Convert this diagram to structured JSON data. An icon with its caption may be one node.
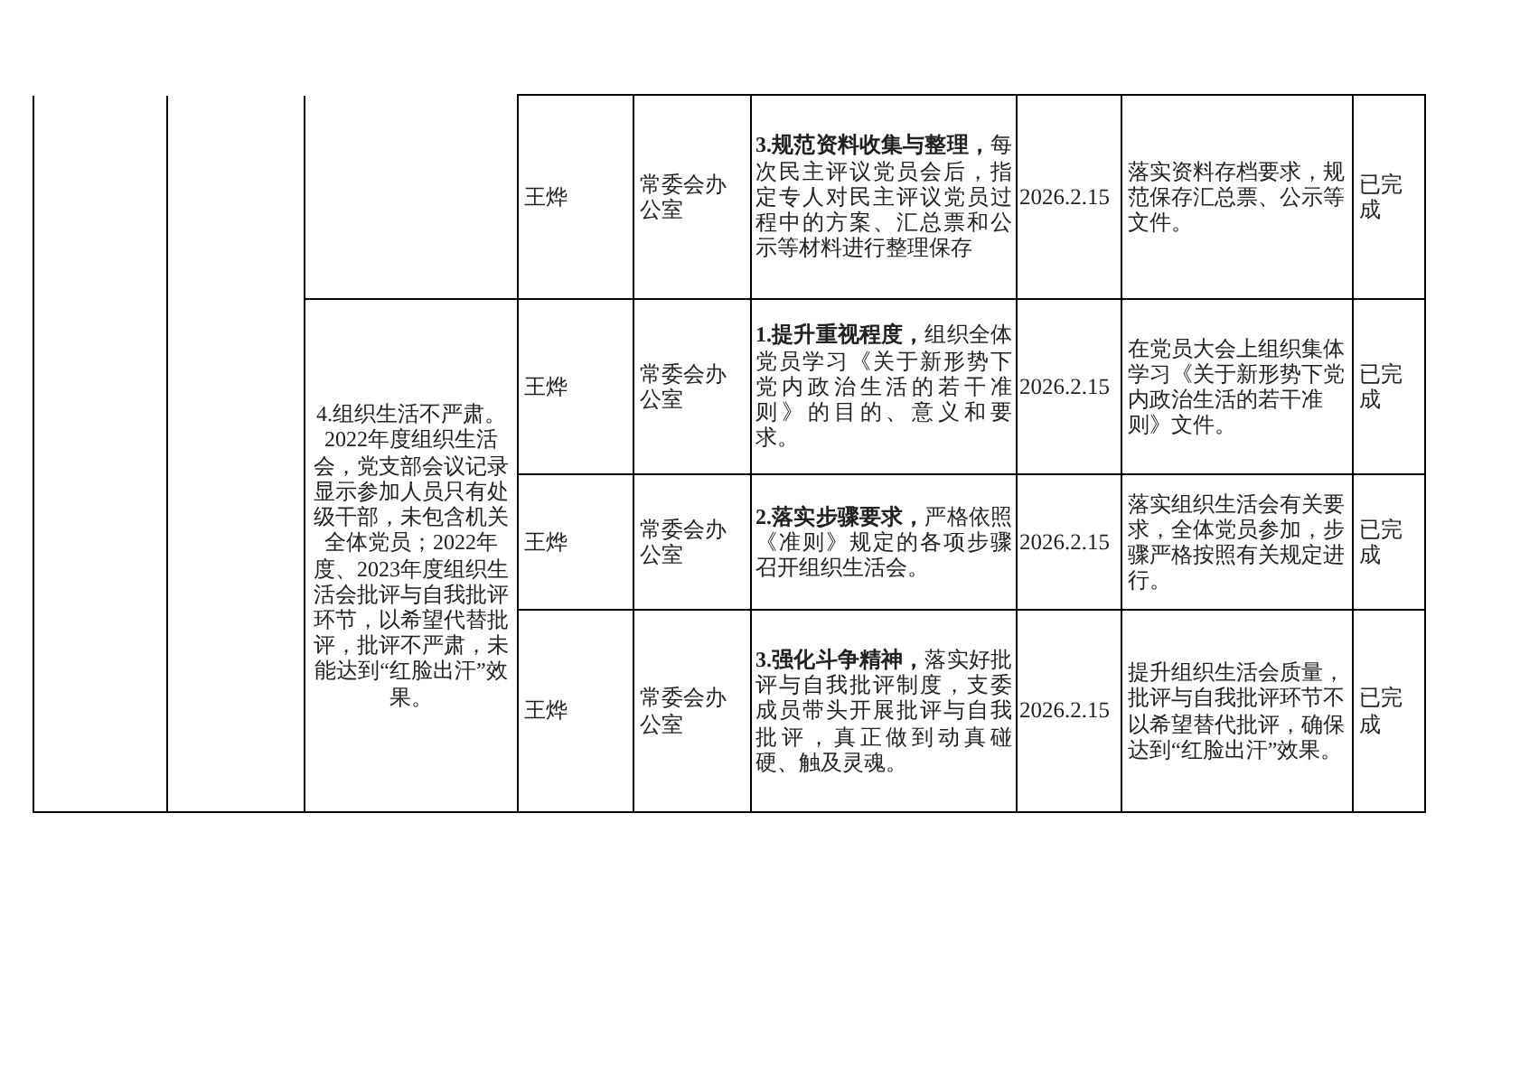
{
  "diagram": {
    "labels": [
      "王烨",
      "常委会办公室",
      "**3.规范资料收集与整理，**每次民主评议党员会后，指定专人对民主评议党员过程中的方案、汇总票和公示等材料进行整理保存",
      "2026.2.15",
      "落实资料存档要求，规范保存汇总票、公示等文件。",
      "已完成",
      "4.组织生活不严肃。2022年度组织生活会，党支部会议记录显示参加人员只有处级干部，未包含机关全体党员；2022年度、2023年度组织生活会批评与自我批评环节，以希望代替批评，批评不严肃，未能达到“红脸出汗”效果。",
      "王烨",
      "常委会办公室",
      "**1.提升重视程度，**组织全体党员学习《关于新形势下党内政治生活的若干准则》的目的、意义和要求。",
      "2026.2.15",
      "在党员大会上组织集体学习《关于新形势下党内政治生活的若干准则》文件。",
      "已完成",
      "王烨",
      "常委会办公室",
      "**2.落实步骤要求，**严格依照《准则》规定的各项步骤召开组织生活会。",
      "2026.2.15",
      "落实组织生活会有关要求，全体党员参加，步骤严格按照有关规定进行。",
      "已完成",
      "王烨",
      "常委会办公室",
      "**3.强化斗争精神，**落实好批评与自我批评制度，支委成员带头开展批评与自我批评，真正做到动真碰硬、触及灵魂。",
      "2026.2.15",
      "提升组织生活会质量，批评与自我批评环节不以希望替代批评，确保达到“红脸出汗”效果。",
      "已完成"
    ]
  }
}
